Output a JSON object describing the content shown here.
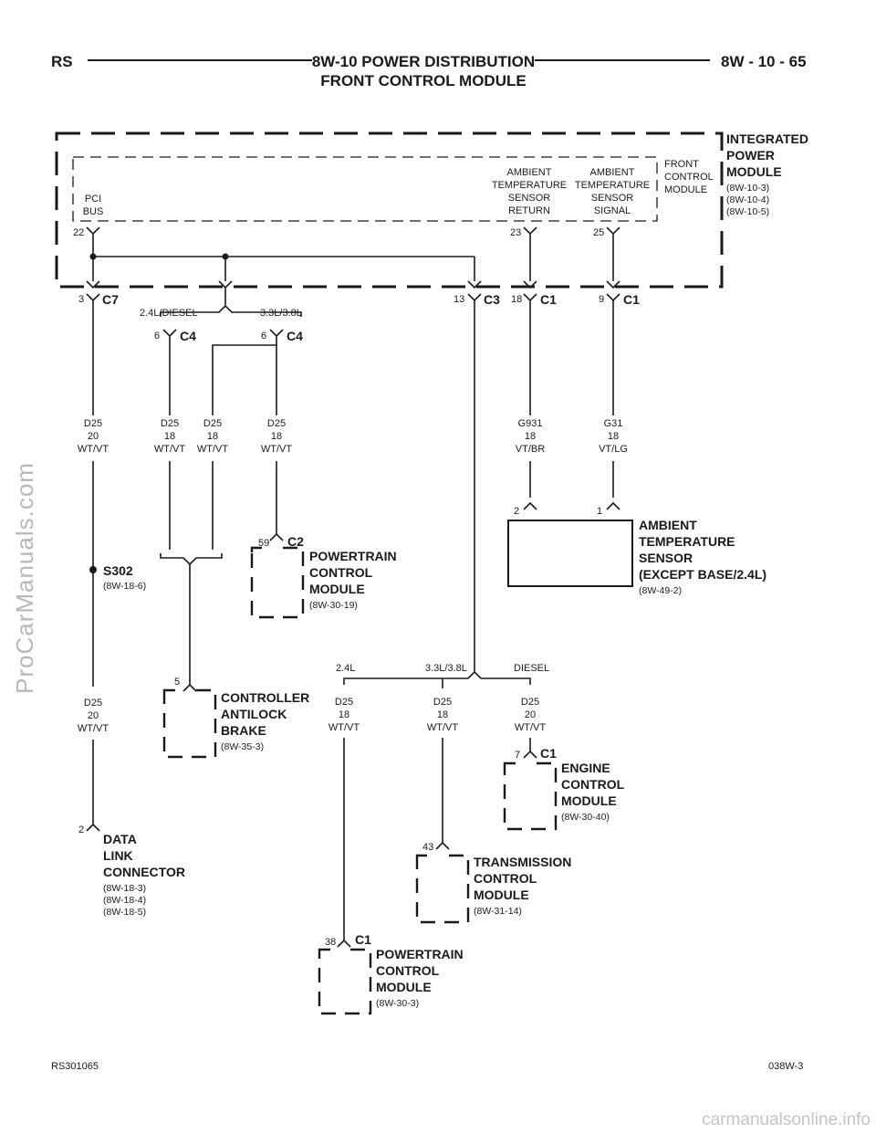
{
  "header": {
    "left": "RS",
    "title_line1": "8W-10 POWER DISTRIBUTION",
    "title_line2": "FRONT CONTROL MODULE",
    "right": "8W - 10 - 65"
  },
  "ipm": {
    "name_lines": [
      "INTEGRATED",
      "POWER",
      "MODULE"
    ],
    "refs": [
      "(8W-10-3)",
      "(8W-10-4)",
      "(8W-10-5)"
    ]
  },
  "fcm": {
    "name_lines": [
      "FRONT",
      "CONTROL",
      "MODULE"
    ],
    "pci": {
      "lines": [
        "PCI",
        "BUS"
      ],
      "pin": "22"
    },
    "ats_return": {
      "lines": [
        "AMBIENT",
        "TEMPERATURE",
        "SENSOR",
        "RETURN"
      ],
      "pin": "23"
    },
    "ats_signal": {
      "lines": [
        "AMBIENT",
        "TEMPERATURE",
        "SENSOR",
        "SIGNAL"
      ],
      "pin": "25"
    }
  },
  "connectors": {
    "c7": {
      "pin": "3",
      "name": "C7"
    },
    "c3": {
      "pin": "13",
      "name": "C3"
    },
    "c1_a": {
      "pin": "18",
      "name": "C1"
    },
    "c1_b": {
      "pin": "9",
      "name": "C1"
    },
    "c4_a": {
      "pin": "6",
      "name": "C4"
    },
    "c4_b": {
      "pin": "6",
      "name": "C4"
    }
  },
  "options": {
    "split1_left": "2.4L/DIESEL",
    "split1_right": "3.3L/3.8L",
    "split2_a": "2.4L",
    "split2_b": "3.3L/3.8L",
    "split2_c": "DIESEL"
  },
  "wires": {
    "w1": [
      "D25",
      "20",
      "WT/VT"
    ],
    "w2": [
      "D25",
      "18",
      "WT/VT"
    ],
    "w3": [
      "D25",
      "18",
      "WT/VT"
    ],
    "w4": [
      "D25",
      "18",
      "WT/VT"
    ],
    "w5": [
      "G931",
      "18",
      "VT/BR"
    ],
    "w6": [
      "G31",
      "18",
      "VT/LG"
    ],
    "w7": [
      "D25",
      "20",
      "WT/VT"
    ],
    "w8": [
      "D25",
      "18",
      "WT/VT"
    ],
    "w9": [
      "D25",
      "18",
      "WT/VT"
    ],
    "w10": [
      "D25",
      "20",
      "WT/VT"
    ]
  },
  "splice": {
    "name": "S302",
    "ref": "(8W-18-6)"
  },
  "sensor": {
    "pin_left": "2",
    "pin_right": "1",
    "name_lines": [
      "AMBIENT",
      "TEMPERATURE",
      "SENSOR",
      "(EXCEPT BASE/2.4L)"
    ],
    "ref": "(8W-49-2)"
  },
  "pcm_upper": {
    "pin": "59",
    "conn": "C2",
    "name_lines": [
      "POWERTRAIN",
      "CONTROL",
      "MODULE"
    ],
    "ref": "(8W-30-19)"
  },
  "cab": {
    "pin": "5",
    "name_lines": [
      "CONTROLLER",
      "ANTILOCK",
      "BRAKE"
    ],
    "ref": "(8W-35-3)"
  },
  "ecm": {
    "pin": "7",
    "conn": "C1",
    "name_lines": [
      "ENGINE",
      "CONTROL",
      "MODULE"
    ],
    "ref": "(8W-30-40)"
  },
  "tcm": {
    "pin": "43",
    "name_lines": [
      "TRANSMISSION",
      "CONTROL",
      "MODULE"
    ],
    "ref": "(8W-31-14)"
  },
  "pcm_lower": {
    "pin": "38",
    "conn": "C1",
    "name_lines": [
      "POWERTRAIN",
      "CONTROL",
      "MODULE"
    ],
    "ref": "(8W-30-3)"
  },
  "dlc": {
    "pin": "2",
    "name_lines": [
      "DATA",
      "LINK",
      "CONNECTOR"
    ],
    "refs": [
      "(8W-18-3)",
      "(8W-18-4)",
      "(8W-18-5)"
    ]
  },
  "footer": {
    "left": "RS301065",
    "right": "038W-3"
  },
  "watermarks": {
    "side": "ProCarManuals.com",
    "bottom": "carmanualsonline.info"
  }
}
